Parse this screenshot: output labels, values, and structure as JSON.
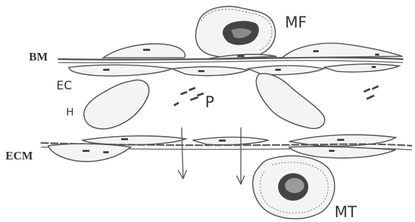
{
  "labels": {
    "bm": "BM",
    "ec": "EC",
    "h": "H",
    "p": "P",
    "ecm": "ECM",
    "mf": "MF",
    "mt": "MT"
  }
}
